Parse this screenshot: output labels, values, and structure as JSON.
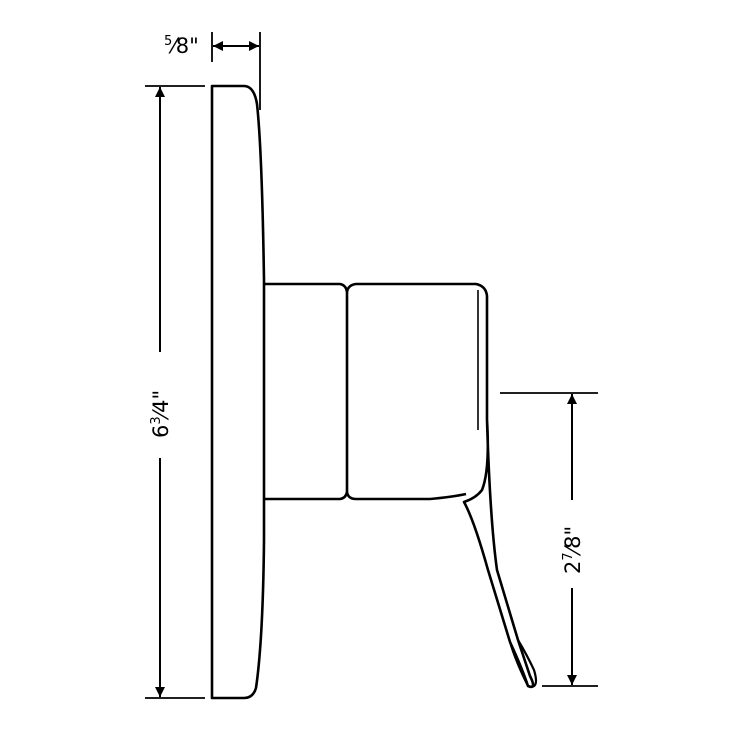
{
  "dimensions": {
    "depth": {
      "whole": "",
      "numerator": "5",
      "slash": "⁄",
      "denominator": "8",
      "unit": "\""
    },
    "height": {
      "whole": "6",
      "numerator": "3",
      "slash": "⁄",
      "denominator": "4",
      "unit": "\""
    },
    "handle": {
      "whole": "2",
      "numerator": "7",
      "slash": "⁄",
      "denominator": "8",
      "unit": "\""
    }
  },
  "colors": {
    "stroke": "#000000",
    "background": "#ffffff"
  }
}
